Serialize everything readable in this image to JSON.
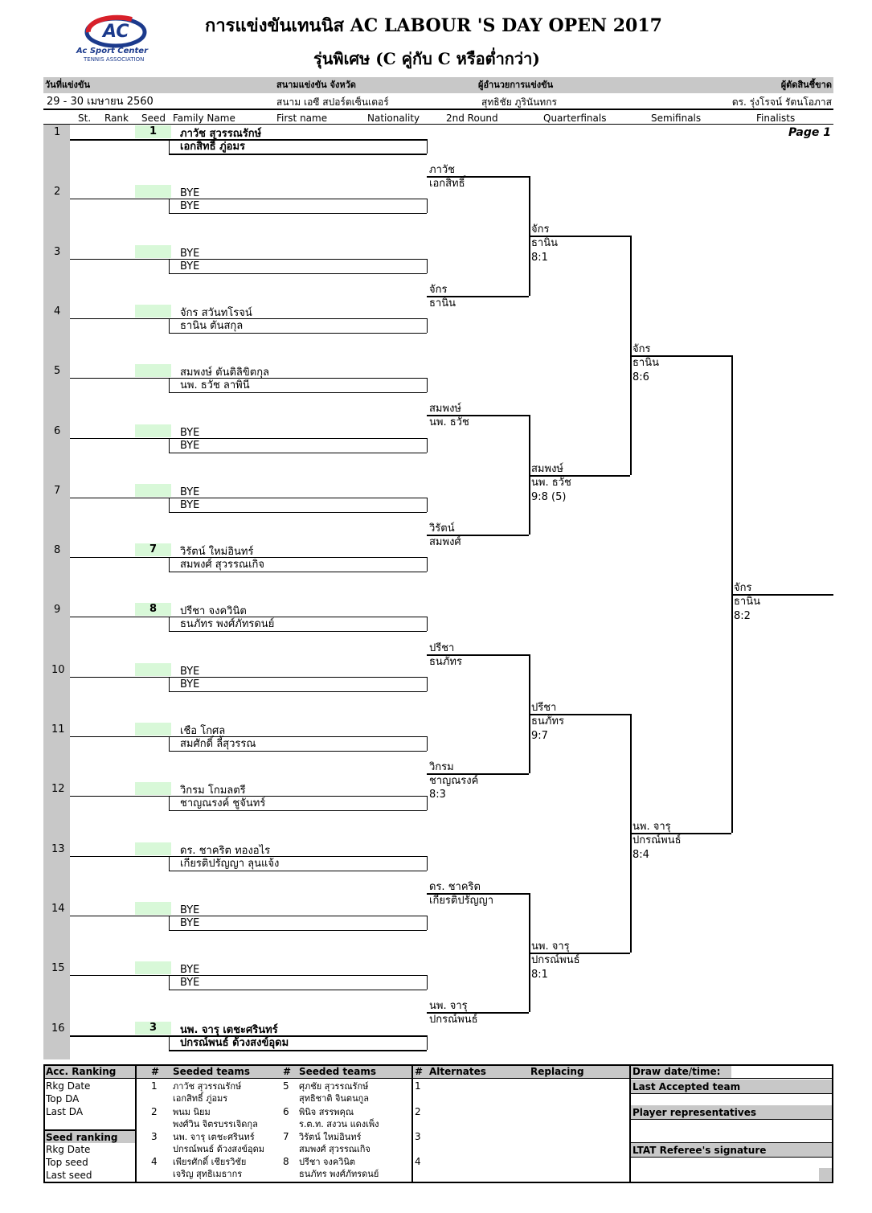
{
  "header": {
    "logo_text": "AC",
    "logo_sub1": "Ac Sport Center",
    "logo_sub2": "TENNIS ASSOCIATION",
    "title": "การแข่งขันเทนนิส AC LABOUR 'S DAY OPEN 2017",
    "subtitle": "รุ่นพิเศษ (C คู่กับ C หรือต่ำกว่า)"
  },
  "info": {
    "date_label": "วันที่แข่งขัน",
    "venue_label": "สนามแข่งขัน จังหวัด",
    "director_label": "ผู้อำนวยการแข่งขัน",
    "referee_label": "ผู้ตัดสินชี้ขาด",
    "date_value": "29 - 30  เมษายน  2560",
    "venue_value": "สนาม เอซี สปอร์ตเซ็นเตอร์",
    "director_value": "สุทธิชัย   ภูรินันทกร",
    "referee_value": "ดร. รุ่งโรจน์   รัตนโอภาส"
  },
  "columns": {
    "st": "St.",
    "rank": "Rank",
    "seed": "Seed",
    "family": "Family Name",
    "first": "First name",
    "nationality": "Nationality",
    "second_round": "2nd Round",
    "quarterfinals": "Quarterfinals",
    "semifinals": "Semifinals",
    "finalists": "Finalists"
  },
  "page_label": "Page 1",
  "draw": [
    {
      "num": "1",
      "seed": "1",
      "p1": "ภาวัช  สุวรรณรักษ์",
      "p2": "เอกสิทธิ์  ภู่อมร",
      "bold": true
    },
    {
      "num": "2",
      "seed": "",
      "p1": "BYE",
      "p2": "BYE",
      "bold": false
    },
    {
      "num": "3",
      "seed": "",
      "p1": "BYE",
      "p2": "BYE",
      "bold": false
    },
    {
      "num": "4",
      "seed": "",
      "p1": "จักร  สวันทโรจน์",
      "p2": "ธานิน  ตันสกุล",
      "bold": false
    },
    {
      "num": "5",
      "seed": "",
      "p1": "สมพงษ์  ตันติลิขิตกุล",
      "p2": "นพ. ธวัช  ลาพินี",
      "bold": false
    },
    {
      "num": "6",
      "seed": "",
      "p1": "BYE",
      "p2": "BYE",
      "bold": false
    },
    {
      "num": "7",
      "seed": "",
      "p1": "BYE",
      "p2": "BYE",
      "bold": false
    },
    {
      "num": "8",
      "seed": "7",
      "p1": "วิรัตน์   ใหม่อินทร์",
      "p2": "สมพงศ์  สุวรรณเกิจ",
      "bold": false
    },
    {
      "num": "9",
      "seed": "8",
      "p1": "ปรีชา  จงควินิต",
      "p2": "ธนภัทร  พงศ์ภัทรดนย์",
      "bold": false
    },
    {
      "num": "10",
      "seed": "",
      "p1": "BYE",
      "p2": "BYE",
      "bold": false
    },
    {
      "num": "11",
      "seed": "",
      "p1": "เชือ   โกศล",
      "p2": "สมศักดิ์  ลี้สุวรรณ",
      "bold": false
    },
    {
      "num": "12",
      "seed": "",
      "p1": "วิกรม  โกมลตรี",
      "p2": "ชาญณรงค์  ชูจันทร์",
      "bold": false
    },
    {
      "num": "13",
      "seed": "",
      "p1": "ดร. ชาคริต   ทองอไร",
      "p2": "เกียรติปรัญญา  ลุนแจ้ง",
      "bold": false
    },
    {
      "num": "14",
      "seed": "",
      "p1": "BYE",
      "p2": "BYE",
      "bold": false
    },
    {
      "num": "15",
      "seed": "",
      "p1": "BYE",
      "p2": "BYE",
      "bold": false
    },
    {
      "num": "16",
      "seed": "3",
      "p1": "นพ. จารุ   เตชะศรินทร์",
      "p2": "ปกรณ์พนธ์  ด้วงสงข์อุดม",
      "bold": true
    }
  ],
  "round2": [
    {
      "a": "ภาวัช",
      "b": "เอกสิทธิ์",
      "score": ""
    },
    {
      "a": "จักร",
      "b": "ธานิน",
      "score": ""
    },
    {
      "a": "สมพงษ์",
      "b": "นพ. ธวัช",
      "score": ""
    },
    {
      "a": "วิรัตน์",
      "b": "สมพงศ์",
      "score": ""
    },
    {
      "a": "ปรีชา",
      "b": "ธนภัทร",
      "score": ""
    },
    {
      "a": "วิกรม",
      "b": "ชาญณรงค์",
      "score": "8:3"
    },
    {
      "a": "ดร. ชาคริต",
      "b": "เกียรติปรัญญา",
      "score": ""
    },
    {
      "a": "นพ. จารุ",
      "b": "ปกรณ์พนธ์",
      "score": ""
    }
  ],
  "quarter": [
    {
      "a": "จักร",
      "b": "ธานิน",
      "score": "8:1"
    },
    {
      "a": "สมพงษ์",
      "b": "นพ. ธวัช",
      "score": "9:8 (5)"
    },
    {
      "a": "ปรีชา",
      "b": "ธนภัทร",
      "score": "9:7"
    },
    {
      "a": "นพ. จารุ",
      "b": "ปกรณ์พนธ์",
      "score": "8:1"
    }
  ],
  "semi": [
    {
      "a": "จักร",
      "b": "ธานิน",
      "score": "8:6"
    },
    {
      "a": "นพ. จารุ",
      "b": "ปกรณ์พนธ์",
      "score": "8:4"
    }
  ],
  "final": {
    "a": "จักร",
    "b": "ธานิน",
    "score": "8:2"
  },
  "footer": {
    "acc_ranking": "Acc. Ranking",
    "hash": "#",
    "seeded_teams": "Seeded teams",
    "alternates": "Alternates",
    "replacing": "Replacing",
    "draw_date": "Draw date/time:",
    "left_labels": [
      "Rkg Date",
      "Top DA",
      "Last DA"
    ],
    "seed_ranking": "Seed ranking",
    "left_labels2": [
      "Rkg Date",
      "Top seed",
      "Last seed"
    ],
    "seeds_left": [
      {
        "n": "1",
        "a": "ภาวัช  สุวรรณรักษ์",
        "b": "เอกสิทธิ์  ภู่อมร"
      },
      {
        "n": "2",
        "a": "พนม  นิยม",
        "b": "พงศ์วิน  จิตรบรรเจิดกุล"
      },
      {
        "n": "3",
        "a": "นพ. จารุ  เตชะศรินทร์",
        "b": "ปกรณ์พนธ์  ด้วงสงข์อุดม"
      },
      {
        "n": "4",
        "a": "เพียรศักดิ์  เชียรวิชัย",
        "b": "เจริญ  สุทธิเมธากร"
      }
    ],
    "seeds_right": [
      {
        "n": "5",
        "a": "ศุภชัย  สุวรรณรักษ์",
        "b": "สุทธิชาติ  จินตนกูล"
      },
      {
        "n": "6",
        "a": "พินิจ  สรรพคุณ",
        "b": "ร.ต.ท. สงวน  แดงเพ็ง"
      },
      {
        "n": "7",
        "a": "วิรัตน์  ใหม่อินทร์",
        "b": "สมพงศ์  สุวรรณเกิจ"
      },
      {
        "n": "8",
        "a": "ปรีชา  จงควินิต",
        "b": "ธนภัทร  พงศ์ภัทรดนย์"
      }
    ],
    "alt_nums": [
      "1",
      "2",
      "3",
      "4"
    ],
    "last_accepted": "Last Accepted team",
    "player_reps": "Player representatives",
    "ltat_sig": "LTAT Referee's signature"
  }
}
